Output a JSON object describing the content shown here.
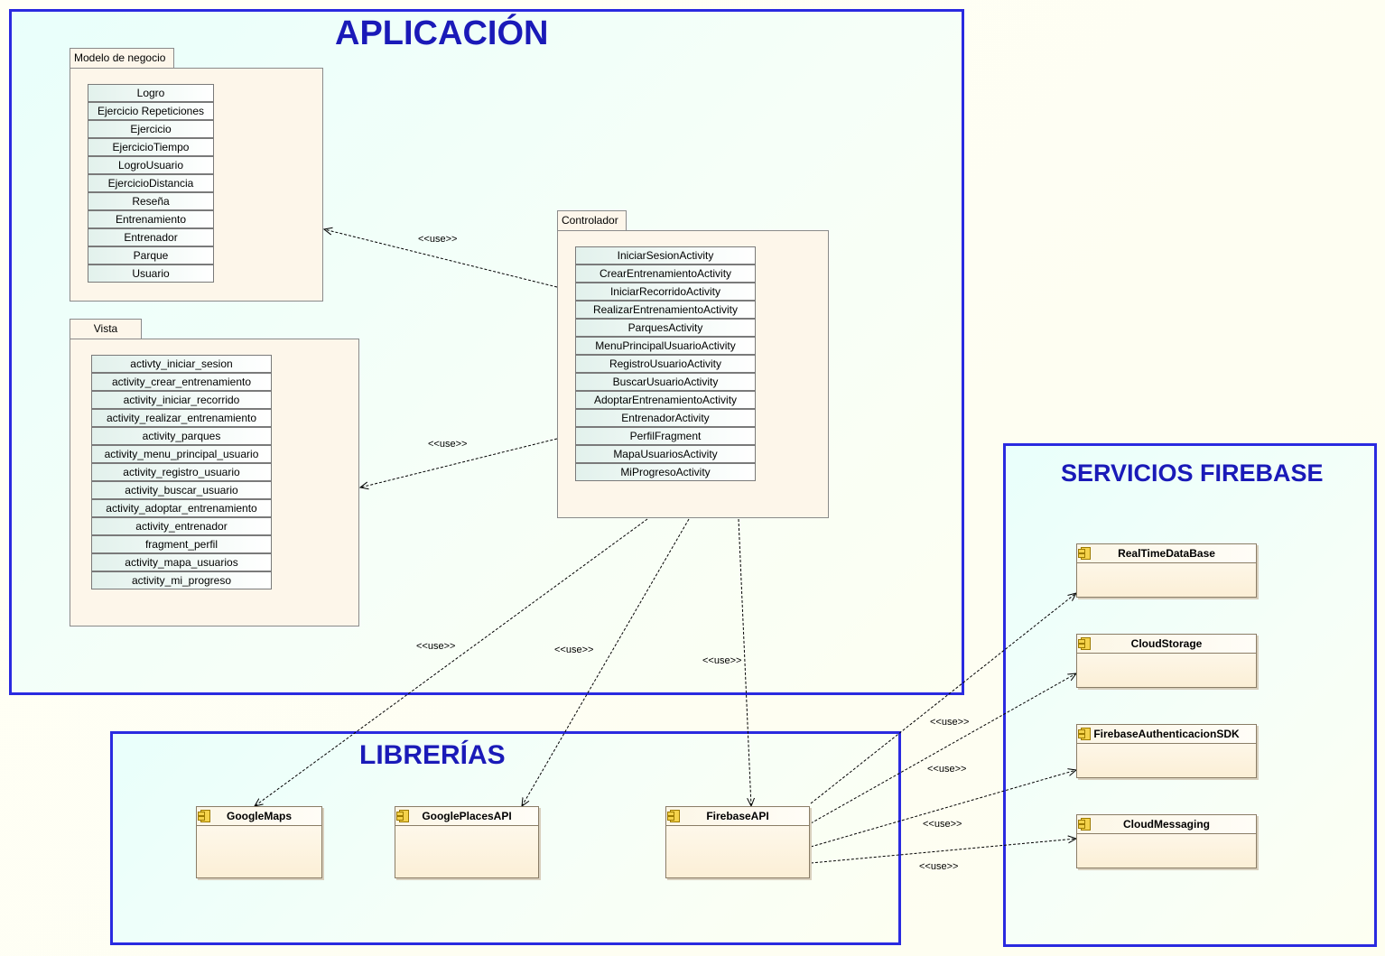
{
  "regions": {
    "aplicacion": "APLICACIÓN",
    "librerias": "LIBRERÍAS",
    "servicios": "SERVICIOS FIREBASE"
  },
  "packages": {
    "modelo": {
      "name": "Modelo de negocio",
      "classes": [
        "Logro",
        "Ejercicio Repeticiones",
        "Ejercicio",
        "EjercicioTiempo",
        "LogroUsuario",
        "EjercicioDistancia",
        "Reseña",
        "Entrenamiento",
        "Entrenador",
        "Parque",
        "Usuario"
      ]
    },
    "vista": {
      "name": "Vista",
      "classes": [
        "activty_iniciar_sesion",
        "activity_crear_entrenamiento",
        "activity_iniciar_recorrido",
        "activity_realizar_entrenamiento",
        "activity_parques",
        "activity_menu_principal_usuario",
        "activity_registro_usuario",
        "activity_buscar_usuario",
        "activity_adoptar_entrenamiento",
        "activity_entrenador",
        "fragment_perfil",
        "activity_mapa_usuarios",
        "activity_mi_progreso"
      ]
    },
    "controlador": {
      "name": "Controlador",
      "classes": [
        "IniciarSesionActivity",
        "CrearEntrenamientoActivity",
        "IniciarRecorridoActivity",
        "RealizarEntrenamientoActivity",
        "ParquesActivity",
        "MenuPrincipalUsuarioActivity",
        "RegistroUsuarioActivity",
        "BuscarUsuarioActivity",
        "AdoptarEntrenamientoActivity",
        "EntrenadorActivity",
        "PerfilFragment",
        "MapaUsuariosActivity",
        "MiProgresoActivity"
      ]
    }
  },
  "libraries": [
    "GoogleMaps",
    "GooglePlacesAPI",
    "FirebaseAPI"
  ],
  "services": [
    "RealTimeDataBase",
    "CloudStorage",
    "FirebaseAuthenticacionSDK",
    "CloudMessaging"
  ],
  "dependency_label": "<<use>>",
  "colors": {
    "region_border": "#2a2ae0",
    "region_title": "#1a1ab8",
    "package_fill": "#fdf6ea",
    "component_fill": "#fcefd6",
    "component_icon": "#f4d24c"
  }
}
